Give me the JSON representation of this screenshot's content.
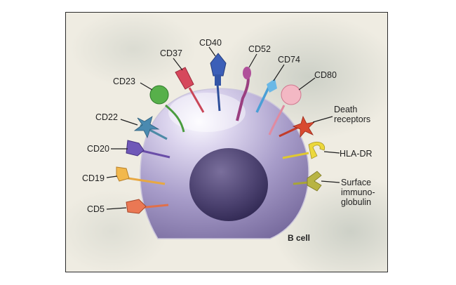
{
  "diagram": {
    "cell_label": "B cell",
    "markers": {
      "cd40": "CD40",
      "cd37": "CD37",
      "cd52": "CD52",
      "cd74": "CD74",
      "cd23": "CD23",
      "cd80": "CD80",
      "cd22": "CD22",
      "death1": "Death",
      "death2": "receptors",
      "cd20": "CD20",
      "hla": "HLA-DR",
      "cd19": "CD19",
      "sig1": "Surface",
      "sig2": "immuno-",
      "sig3": "globulin",
      "cd5": "CD5"
    }
  }
}
